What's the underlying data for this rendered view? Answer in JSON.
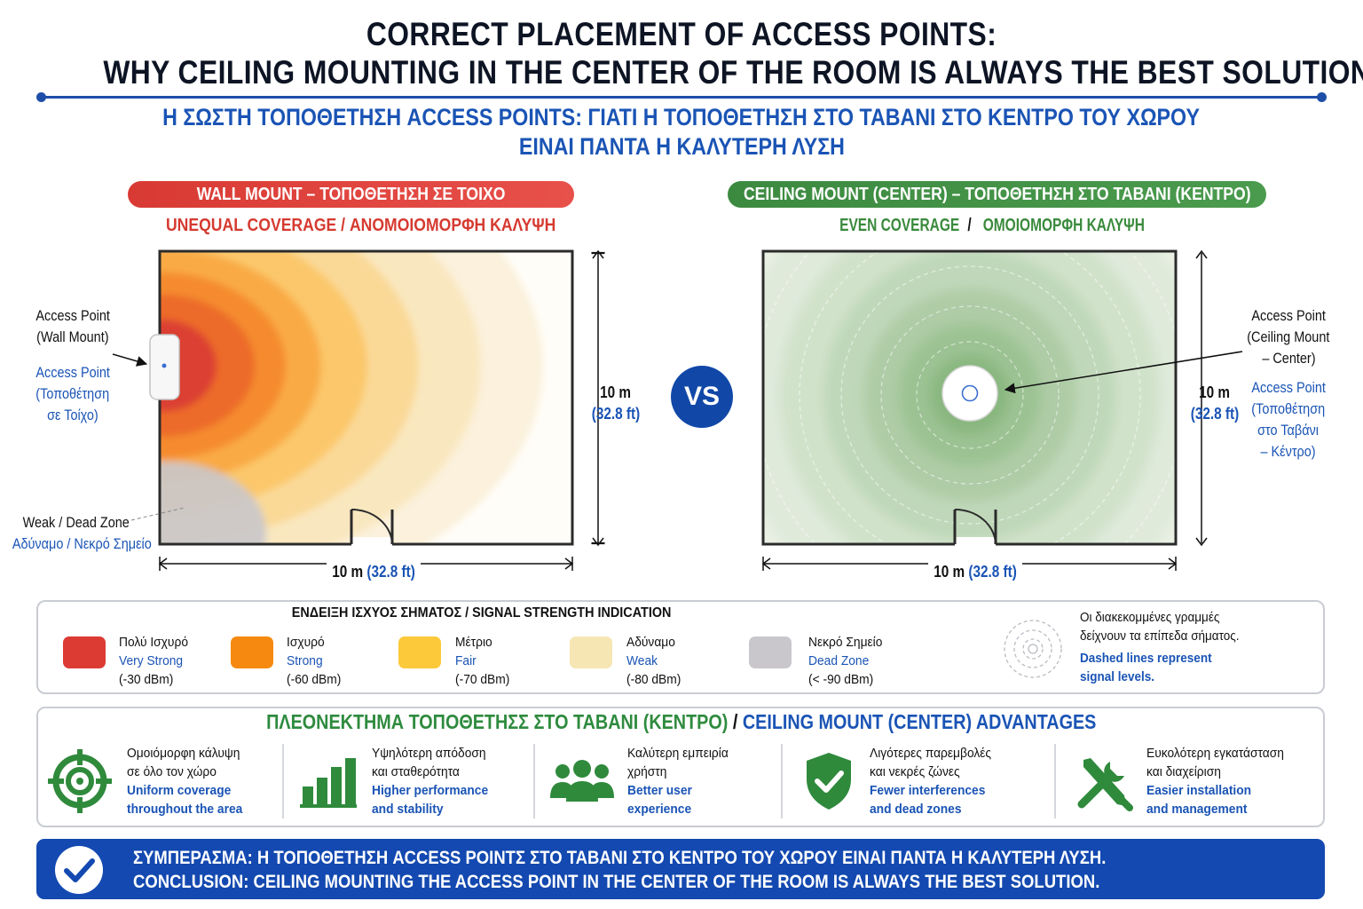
{
  "header": {
    "title_line1": "CORRECT PLACEMENT OF ACCESS POINTS:",
    "title_line2": "WHY CEILING MOUNTING IN THE CENTER OF THE ROOM IS ALWAYS THE BEST SOLUTION",
    "greek_line1": "Η ΣΩΣΤΗ ΤΟΠΟΘΕΤΗΣΗ ACCESS POINTS: ΓΙΑΤΙ Η ΤΟΠΟΘΕΤΗΣΗ ΣΤΟ ΤΑΒΑΝΙ ΣΤΟ ΚΕΝΤΡΟ ΤΟΥ ΧΩΡΟΥ",
    "greek_line2": "ΕΙΝΑΙ ΠΑΝΤΑ Η ΚΑΛΥΤΕΡΗ ΛΥΣΗ"
  },
  "wall": {
    "pill": "WALL MOUNT – ΤΟΠΟΘΕΤΗΣΗ ΣΕ ΤΟΙΧΟ",
    "coverage": "UNEQUAL COVERAGE / ΑΝΟΜΟΙΟΜΟΡΦΗ ΚΑΛΥΨΗ",
    "ap_label_1": "Access Point",
    "ap_label_2": "(Wall Mount)",
    "ap_gr_1": "Access Point",
    "ap_gr_2": "(Τοποθέτηση",
    "ap_gr_3": "σε Τοίχο)",
    "dead_1": "Weak / Dead Zone",
    "dead_2": "Αδύναμο / Νεκρό Σημείο",
    "height_m": "10 m",
    "height_ft": "(32.8 ft)",
    "width_m": "10 m",
    "width_ft": "(32.8 ft)"
  },
  "vs": "VS",
  "ceiling": {
    "pill": "CEILING MOUNT (CENTER) – ΤΟΠΟΘΕΤΗΣΗ ΣΤΟ ΤΑΒΑΝΙ (ΚΕΝΤΡΟ)",
    "coverage_en": "EVEN COVERAGE",
    "coverage_sep": " / ",
    "coverage_gr": "ΟΜΟΙΟΜΟΡΦΗ ΚΑΛΥΨΗ",
    "ap_label_1": "Access Point",
    "ap_label_2": "(Ceiling Mount",
    "ap_label_3": "– Center)",
    "ap_gr_1": "Access Point",
    "ap_gr_2": "(Τοποθέτηση",
    "ap_gr_3": "στο Ταβάνι",
    "ap_gr_4": "– Κέντρο)",
    "height_m": "10 m",
    "height_ft": "(32.8 ft)",
    "width_m": "10 m",
    "width_ft": "(32.8 ft)"
  },
  "legend": {
    "title": "ΕΝΔΕΙΞΗ ΙΣΧΥΟΣ ΣΗΜΑΤΟΣ / SIGNAL STRENGTH INDICATION",
    "items": [
      {
        "gr": "Πολύ Ισχυρό",
        "en": "Very Strong",
        "dbm": "(-30 dBm)",
        "color": "#dc3b33"
      },
      {
        "gr": "Ισχυρό",
        "en": "Strong",
        "dbm": "(-60 dBm)",
        "color": "#f6890f"
      },
      {
        "gr": "Μέτριο",
        "en": "Fair",
        "dbm": "(-70 dBm)",
        "color": "#fbc93a"
      },
      {
        "gr": "Αδύναμο",
        "en": "Weak",
        "dbm": "(-80 dBm)",
        "color": "#f6e6b3"
      },
      {
        "gr": "Νεκρό Σημείο",
        "en": "Dead Zone",
        "dbm": "(< -90 dBm)",
        "color": "#c9c7cb"
      }
    ],
    "note_gr_1": "Οι διακεκομμένες γραμμές",
    "note_gr_2": "δείχνουν τα επίπεδα σήματος.",
    "note_en_1": "Dashed lines represent",
    "note_en_2": "signal levels."
  },
  "advantages": {
    "title_gr": "ΠΛΕΟΝΕΚΤΗΜΑ ΤΟΠΟΘΕΤΗΣΣ ΣΤΟ ΤΑΒΑΝΙ (ΚΕΝΤΡΟ)",
    "title_sep": " / ",
    "title_en": "CEILING MOUNT (CENTER) ADVANTAGES",
    "items": [
      {
        "icon": "target-icon",
        "gr1": "Ομοιόμορφη κάλυψη",
        "gr2": "σε όλο τον χώρο",
        "en1": "Uniform coverage",
        "en2": "throughout the area"
      },
      {
        "icon": "bar-chart-icon",
        "gr1": "Υψηλότερη απόδοση",
        "gr2": "και σταθερότητα",
        "en1": "Higher performance",
        "en2": "and stability"
      },
      {
        "icon": "users-icon",
        "gr1": "Καλύτερη εμπειρία",
        "gr2": "χρήστη",
        "en1": "Better user",
        "en2": "experience"
      },
      {
        "icon": "shield-check-icon",
        "gr1": "Λιγότερες παρεμβολές",
        "gr2": "και νεκρές ζώνες",
        "en1": "Fewer interferences",
        "en2": "and dead zones"
      },
      {
        "icon": "tools-icon",
        "gr1": "Ευκολότερη εγκατάσταση",
        "gr2": "και διαχείριση",
        "en1": "Easier installation",
        "en2": "and management"
      }
    ]
  },
  "conclusion": {
    "gr": "ΣΥΜΠΕΡΑΣΜΑ: Η ΤΟΠΟΘΕΤΗΣΗ ACCESS POINTΣ ΣΤΟ ΤΑΒΑΝΙ ΣΤΟ ΚΕΝΤΡΟ ΤΟΥ ΧΩΡΟΥ ΕΙΝΑΙ ΠΑΝΤΑ Η ΚΑΛΥΤΕΡΗ ΛΥΣΗ.",
    "en": "CONCLUSION: CEILING MOUNTING THE ACCESS POINT IN THE CENTER OF THE ROOM IS ALWAYS THE BEST SOLUTION."
  },
  "colors": {
    "accent_blue": "#1a54b5",
    "wall_red": "#dc3b33",
    "ceiling_green": "#3f8f45"
  }
}
